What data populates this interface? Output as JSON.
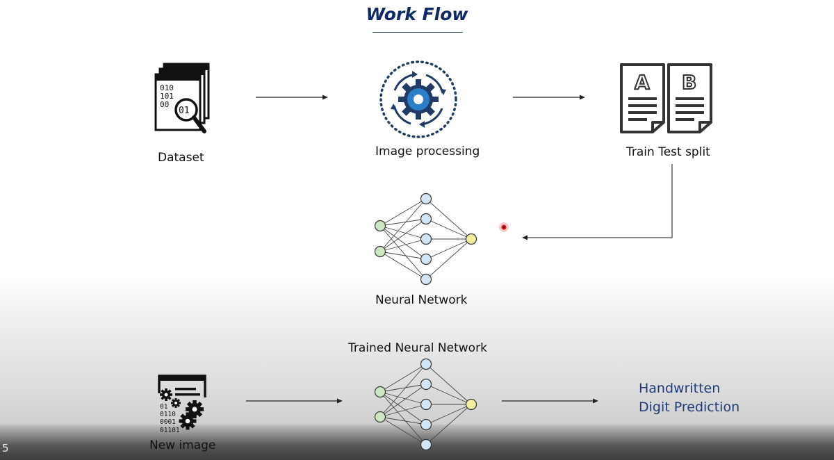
{
  "title": "Work Flow",
  "nodes": {
    "dataset": "Dataset",
    "image_processing": "Image processing",
    "train_test_split": "Train Test split",
    "neural_network": "Neural Network",
    "trained_neural_network": "Trained Neural Network",
    "new_image": "New image",
    "prediction_line1": "Handwritten",
    "prediction_line2": "Digit Prediction"
  },
  "icon_text": {
    "dataset_rows": [
      "010",
      "101",
      "00"
    ],
    "dataset_magnifier": "01",
    "split_letters": [
      "A",
      "B"
    ],
    "new_image_rows": [
      "01",
      "0110",
      "0001",
      "01101"
    ]
  },
  "slide_number": "5",
  "colors": {
    "title": "#0d2a66",
    "prediction_text": "#1e3a78",
    "input_node": "#cfe8c4",
    "hidden_node": "#d3e6f5",
    "output_node": "#f2ef9e",
    "gear_blue": "#2b7fc6",
    "pointer": "#e0161b"
  }
}
